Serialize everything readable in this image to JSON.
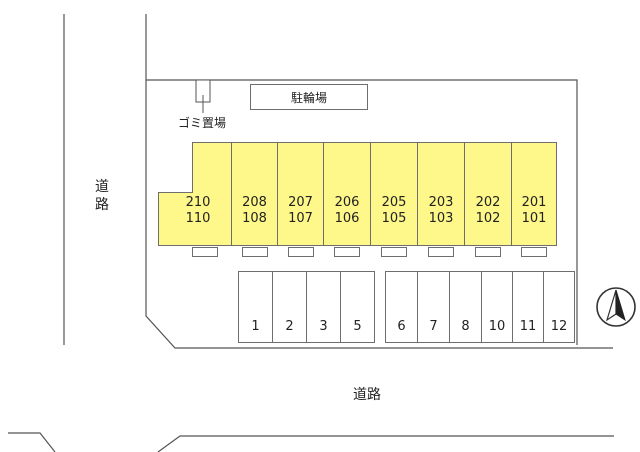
{
  "labels": {
    "road_left": "道路",
    "road_bottom": "道路",
    "bicycle_parking": "駐輪場",
    "garbage": "ゴミ置場"
  },
  "units": [
    {
      "upper": "210",
      "lower": "110"
    },
    {
      "upper": "208",
      "lower": "108"
    },
    {
      "upper": "207",
      "lower": "107"
    },
    {
      "upper": "206",
      "lower": "106"
    },
    {
      "upper": "205",
      "lower": "105"
    },
    {
      "upper": "203",
      "lower": "103"
    },
    {
      "upper": "202",
      "lower": "102"
    },
    {
      "upper": "201",
      "lower": "101"
    }
  ],
  "parking_spaces": [
    "1",
    "2",
    "3",
    "5",
    "6",
    "7",
    "8",
    "10",
    "11",
    "12"
  ],
  "compass_icon": "north-arrow-icon",
  "colors": {
    "building_fill": "#fef789",
    "outline": "#6e6e6e"
  }
}
